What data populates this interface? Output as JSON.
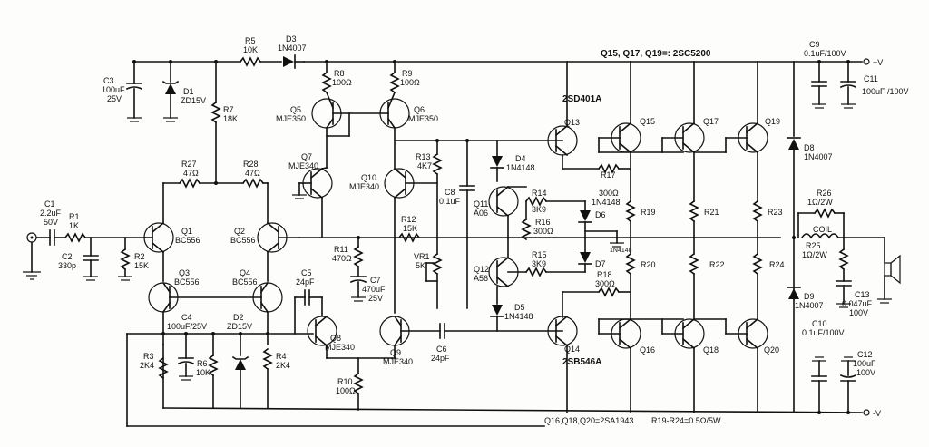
{
  "labels": {
    "r5": "R5",
    "r5v": "10K",
    "d3": "D3",
    "d3v": "1N4007",
    "c3": "C3",
    "c3v1": "100uF",
    "c3v2": "25V",
    "d1": "D1",
    "d1v": "ZD15V",
    "r7": "R7",
    "r7v": "18K",
    "r8": "R8",
    "r8v": "100Ω",
    "r9": "R9",
    "r9v": "100Ω",
    "q5": "Q5",
    "q5v": "MJE350",
    "q6": "Q6",
    "q6v": "MJE350",
    "q7": "Q7",
    "q7v": "MJE340",
    "q10": "Q10",
    "q10v": "MJE340",
    "r27": "R27",
    "r27v": "47Ω",
    "r28": "R28",
    "r28v": "47Ω",
    "c1": "C1",
    "c1v1": "2.2uF",
    "c1v2": "50V",
    "r1": "R1",
    "r1v": "1K",
    "c2": "C2",
    "c2v": "330p",
    "r2": "R2",
    "r2v": "15K",
    "q1": "Q1",
    "q1v": "BC556",
    "q2": "Q2",
    "q2v": "BC556",
    "q3": "Q3",
    "q3v": "BC556",
    "q4": "Q4",
    "q4v": "BC556",
    "r13": "R13",
    "r13v": "4K7",
    "r12": "R12",
    "r12v": "15K",
    "vr1": "VR1",
    "vr1v": "5K",
    "r11": "R11",
    "r11v": "470Ω",
    "c7": "C7",
    "c7v1": "470uF",
    "c7v2": "25V",
    "c5": "C5",
    "c5v": "24pF",
    "c8": "C8",
    "c8v": "0.1uF",
    "q11": "Q11",
    "q11v": "A06",
    "q12": "Q12",
    "q12v": "A56",
    "d4": "D4",
    "d4v": "1N4148",
    "d5": "D5",
    "d5v": "1N4148",
    "r14": "R14",
    "r14v": "3K9",
    "r15": "R15",
    "r15v": "3K9",
    "r16": "R16",
    "r16v": "300Ω",
    "r17": "R17",
    "r17v": "300Ω",
    "r18": "R18",
    "r18v": "300Ω",
    "d6": "D6",
    "d6v": "1N4148",
    "d7": "D7",
    "d7v": "1N4148",
    "q13": "Q13",
    "q13v": "2SD401A",
    "q14": "Q14",
    "q14v": "2SB546A",
    "q15": "Q15",
    "q16": "Q16",
    "q17": "Q17",
    "q18": "Q18",
    "q19": "Q19",
    "q20": "Q20",
    "r19": "R19",
    "r20": "R20",
    "r21": "R21",
    "r22": "R22",
    "r23": "R23",
    "r24": "R24",
    "top_note": "Q15, Q17, Q19=: 2SC5200",
    "bottom_note1": "Q16,Q18,Q20=2SA1943",
    "bottom_note2": "R19-R24=0.5Ω/5W",
    "c9": "C9",
    "c9v": "0.1uF/100V",
    "c11": "C11",
    "c11v": "100uF /100V",
    "d8": "D8",
    "d8v": "1N4007",
    "d9": "D9",
    "d9v": "1N4007",
    "r26": "R26",
    "r26v": "1Ω/2W",
    "coil": "COIL",
    "r25": "R25",
    "r25v": "1Ω/2W",
    "c13": "C13",
    "c13v1": "0.047uF",
    "c13v2": "100V",
    "c10": "C10",
    "c10v": "0.1uF/100V",
    "c12": "C12",
    "c12v1": "100uF",
    "c12v2": "100V",
    "vplus": "+V",
    "vminus": "-V",
    "c4": "C4",
    "c4v": "100uF/25V",
    "d2": "D2",
    "d2v": "ZD15V",
    "r3": "R3",
    "r3v": "2K4",
    "r4": "R4",
    "r4v": "2K4",
    "r6": "R6",
    "r6v": "10K",
    "q8": "Q8",
    "q8v": "MJE340",
    "q9": "Q9",
    "q9v": "MJE340",
    "r10": "R10",
    "r10v": "100Ω",
    "c6": "C6",
    "c6v": "24pF"
  }
}
